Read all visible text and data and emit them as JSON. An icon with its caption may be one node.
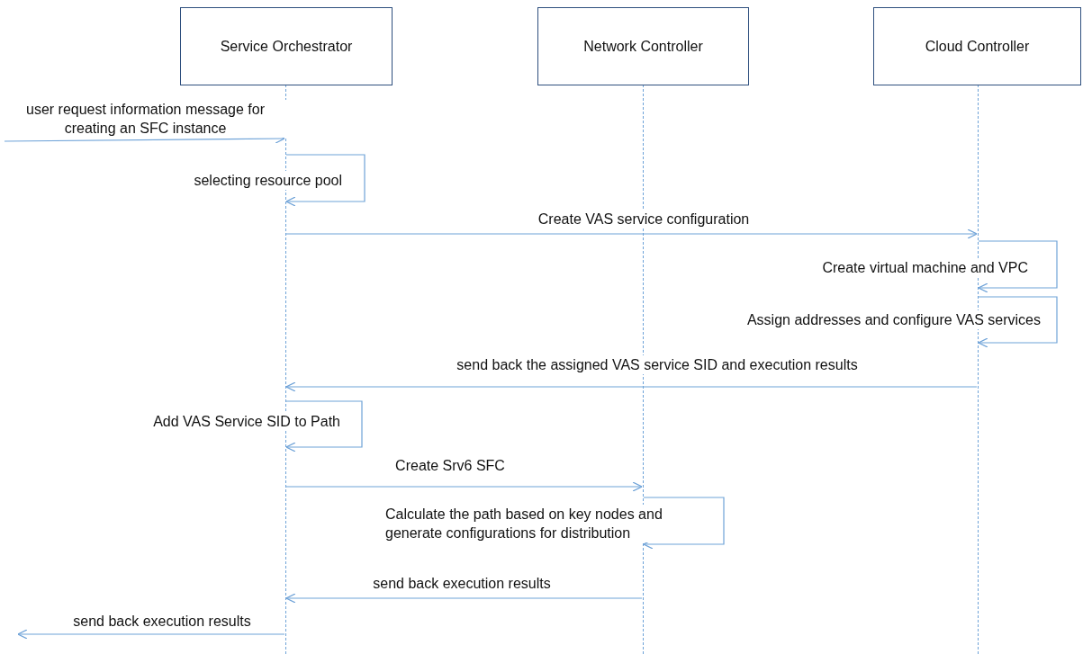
{
  "diagram": {
    "nodes": [
      {
        "text": [
          "Service Orchestrator"
        ]
      },
      {
        "text": [
          "Network Controller"
        ]
      },
      {
        "text": [
          "Cloud Controller"
        ]
      },
      {
        "text": [],
        "shape": "bar"
      },
      {
        "text": [],
        "shape": "bar"
      },
      {
        "text": [],
        "shape": "bar"
      }
    ],
    "edges": [
      {
        "from": null,
        "to": 3,
        "arrow": "to",
        "label": "user request information message for creating an SFC instance"
      },
      {
        "from": 3,
        "to": 3,
        "arrow": "to",
        "label": "selecting resource pool"
      },
      {
        "from": 3,
        "to": 5,
        "arrow": "to",
        "label": "Create VAS service configuration"
      },
      {
        "from": 5,
        "to": 5,
        "arrow": "to",
        "label": "Create virtual machine and VPC"
      },
      {
        "from": 5,
        "to": 5,
        "arrow": "to",
        "label": "Assign addresses and configure VAS services"
      },
      {
        "from": 5,
        "to": 3,
        "arrow": "to",
        "label": "send back the assigned VAS service SID and execution results"
      },
      {
        "from": 3,
        "to": 3,
        "arrow": "to",
        "label": "Add VAS Service SID to Path"
      },
      {
        "from": 3,
        "to": 4,
        "arrow": "to",
        "label": "Create Srv6 SFC"
      },
      {
        "from": 4,
        "to": 4,
        "arrow": "to",
        "label": "Calculate the path based on key nodes and generate configurations for distribution"
      },
      {
        "from": 4,
        "to": 3,
        "arrow": "to",
        "label": "send back execution results"
      },
      {
        "from": 3,
        "to": null,
        "arrow": "to",
        "label": "send back execution results"
      }
    ]
  }
}
